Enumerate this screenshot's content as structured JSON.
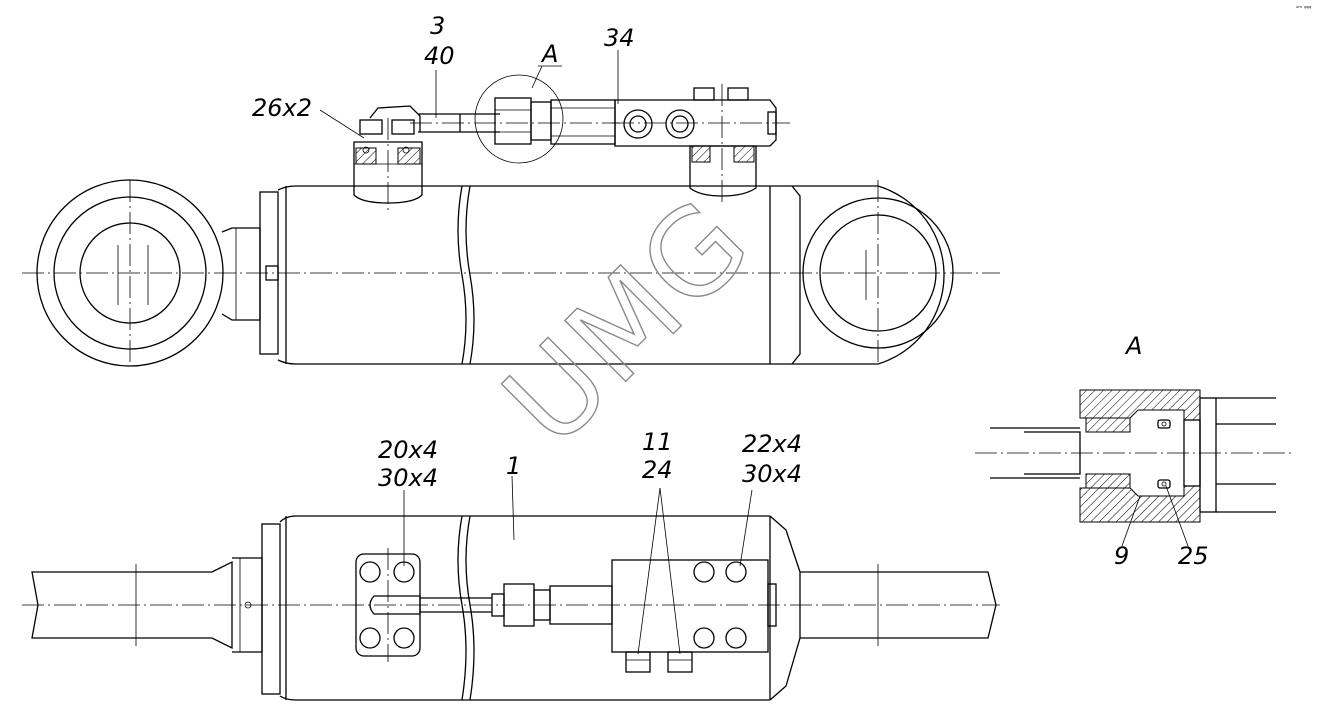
{
  "labels": {
    "part_3": "3",
    "part_40": "40",
    "view_a_callout": "A",
    "part_34": "34",
    "part_26x2": "26x2",
    "view_a_title": "A",
    "part_20x4": "20x4",
    "part_30x4_left": "30x4",
    "part_1": "1",
    "part_11": "11",
    "part_24": "24",
    "part_22x4": "22x4",
    "part_30x4_right": "30x4",
    "part_9": "9",
    "part_25": "25"
  },
  "watermark": {
    "text": "UMG",
    "color": "#8a8a8a"
  },
  "corner_mark": "ᵘᵐ ᵍᵍᵍ"
}
